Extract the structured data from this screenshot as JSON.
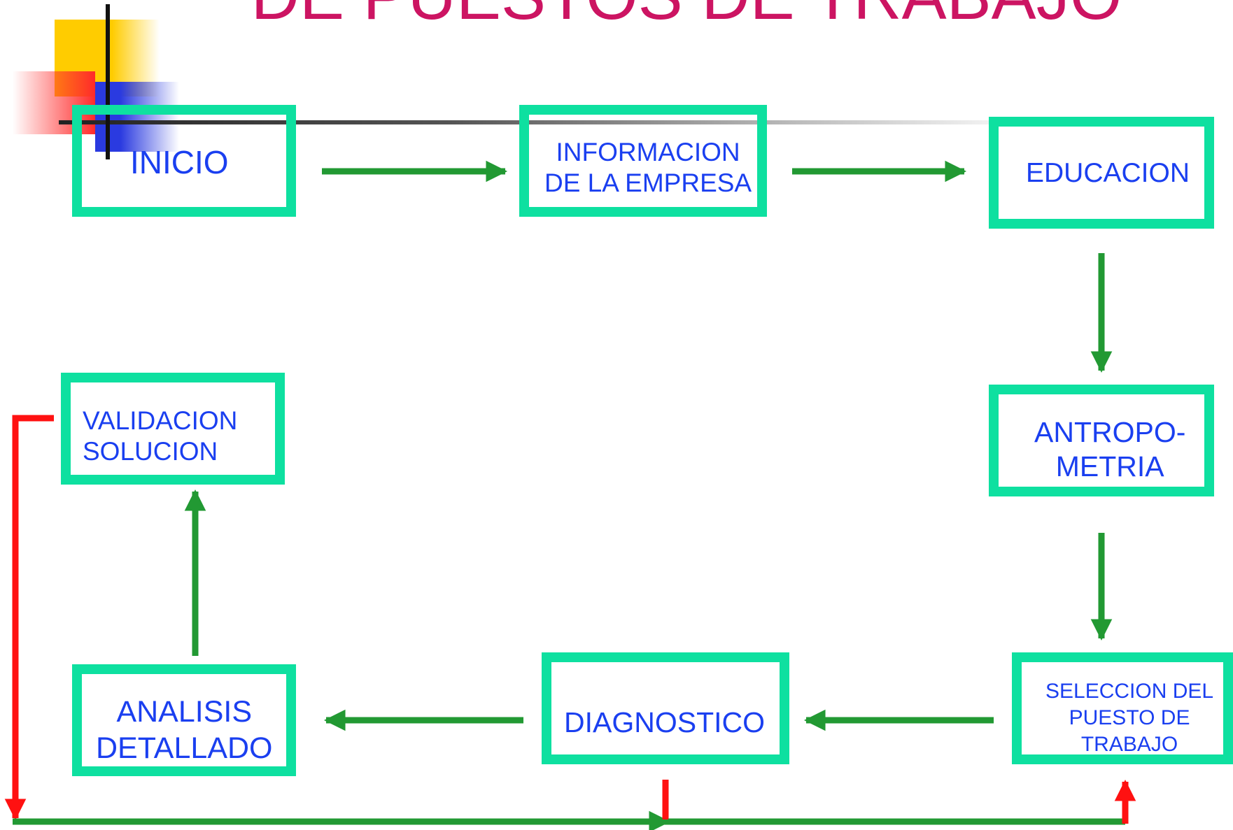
{
  "title": "DE PUESTOS DE TRABAJO",
  "nodes": {
    "inicio": "INICIO",
    "informacion": "INFORMACION\nDE LA EMPRESA",
    "educacion": "EDUCACION",
    "antropometria": "ANTROPO-\nMETRIA",
    "seleccion": "SELECCION DEL\nPUESTO DE\nTRABAJO",
    "diagnostico": "DIAGNOSTICO",
    "analisis": "ANALISIS\nDETALLADO",
    "validacion": "VALIDACION\nSOLUCION"
  },
  "colors": {
    "title": "#cc1462",
    "box_border": "#0ee0a0",
    "label": "#1a3ff0",
    "arrow_flow": "#229933",
    "arrow_feedback": "#ff1111"
  }
}
